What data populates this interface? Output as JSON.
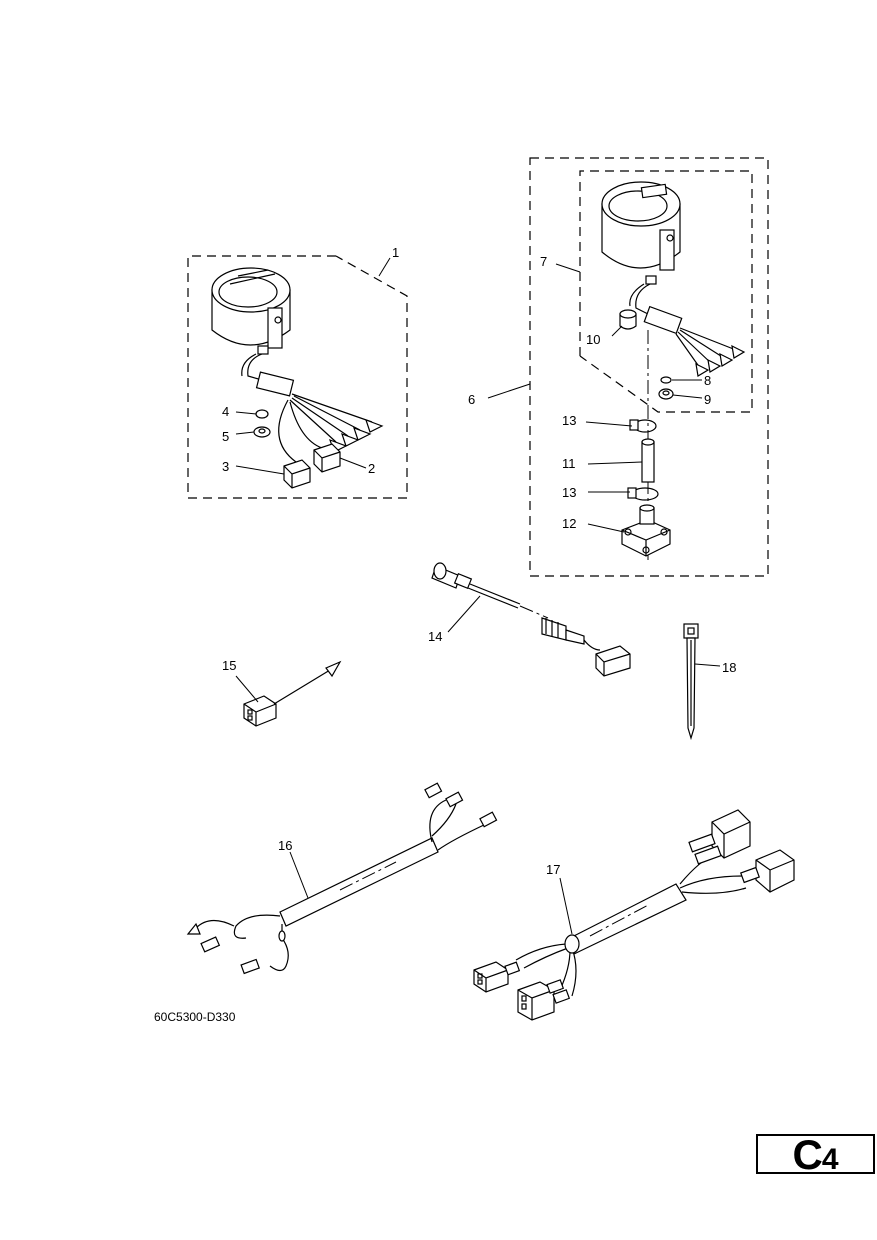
{
  "callouts": {
    "c1": "1",
    "c2": "2",
    "c3": "3",
    "c4": "4",
    "c5": "5",
    "c6": "6",
    "c7": "7",
    "c8": "8",
    "c9": "9",
    "c10": "10",
    "c11": "11",
    "c12": "12",
    "c13a": "13",
    "c13b": "13",
    "c14": "14",
    "c15": "15",
    "c16": "16",
    "c17": "17",
    "c18": "18"
  },
  "diagram_code": "60C5300-D330",
  "page_code": {
    "letter": "C",
    "number": "4"
  }
}
